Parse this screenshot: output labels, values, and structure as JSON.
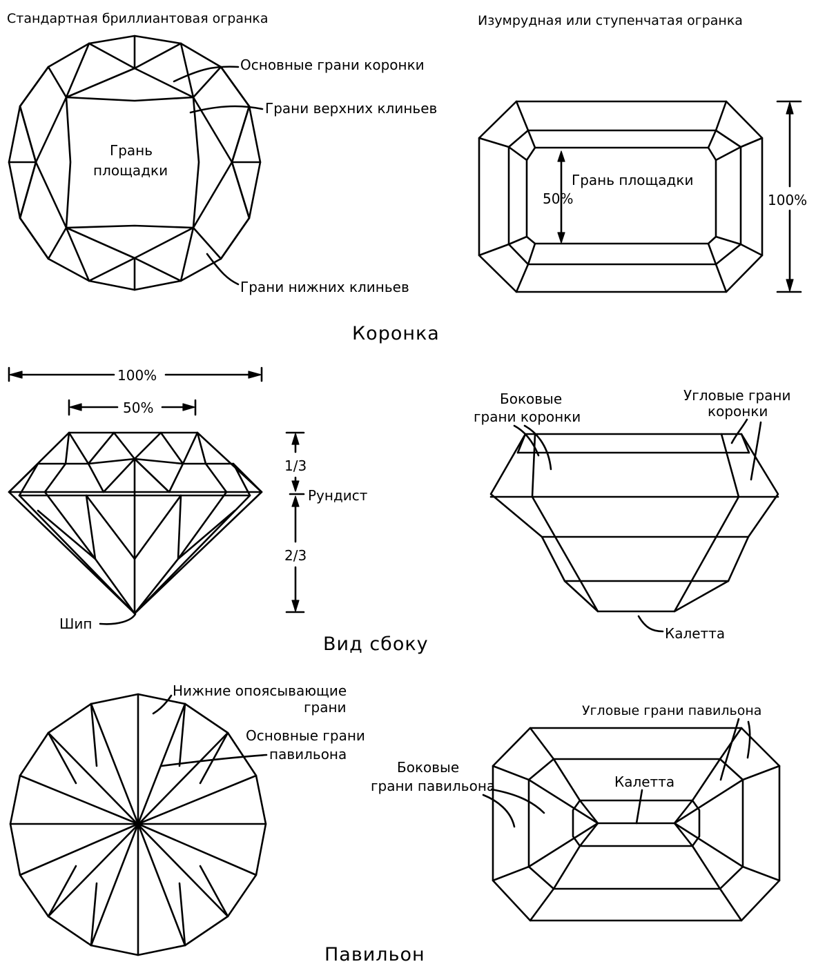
{
  "headings": {
    "brilliant": "Стандартная бриллиантовая огранка",
    "emerald": "Изумрудная или ступенчатая огранка"
  },
  "section_titles": {
    "crown": "Коронка",
    "side_view": "Вид сбоку",
    "pavilion": "Павильон"
  },
  "brilliant_crown": {
    "main_crown_facets": "Основные грани коронки",
    "upper_wedge_facets": "Грани верхних клиньев",
    "table_line1": "Грань",
    "table_line2": "площадки",
    "lower_wedge_facets": "Грани нижних клиньев"
  },
  "emerald_crown": {
    "table_facet": "Грань площадки",
    "table_percent": "50%",
    "total_percent": "100%"
  },
  "brilliant_side": {
    "width_percent": "100%",
    "table_percent": "50%",
    "crown_ratio": "1/3",
    "girdle": "Рундист",
    "pavilion_ratio": "2/3",
    "culet": "Шип"
  },
  "emerald_side": {
    "side_crown_line1": "Боковые",
    "side_crown_line2": "грани коронки",
    "corner_crown_line1": "Угловые грани",
    "corner_crown_line2": "коронки",
    "culet": "Калетта"
  },
  "brilliant_pavilion": {
    "lower_girdle_line1": "Нижние опоясывающие",
    "lower_girdle_line2": "грани",
    "main_pavilion_line1": "Основные грани",
    "main_pavilion_line2": "павильона"
  },
  "emerald_pavilion": {
    "corner_pavilion": "Угловые грани павильона",
    "side_pavilion_line1": "Боковые",
    "side_pavilion_line2": "грани павильона",
    "culet": "Калетта"
  }
}
